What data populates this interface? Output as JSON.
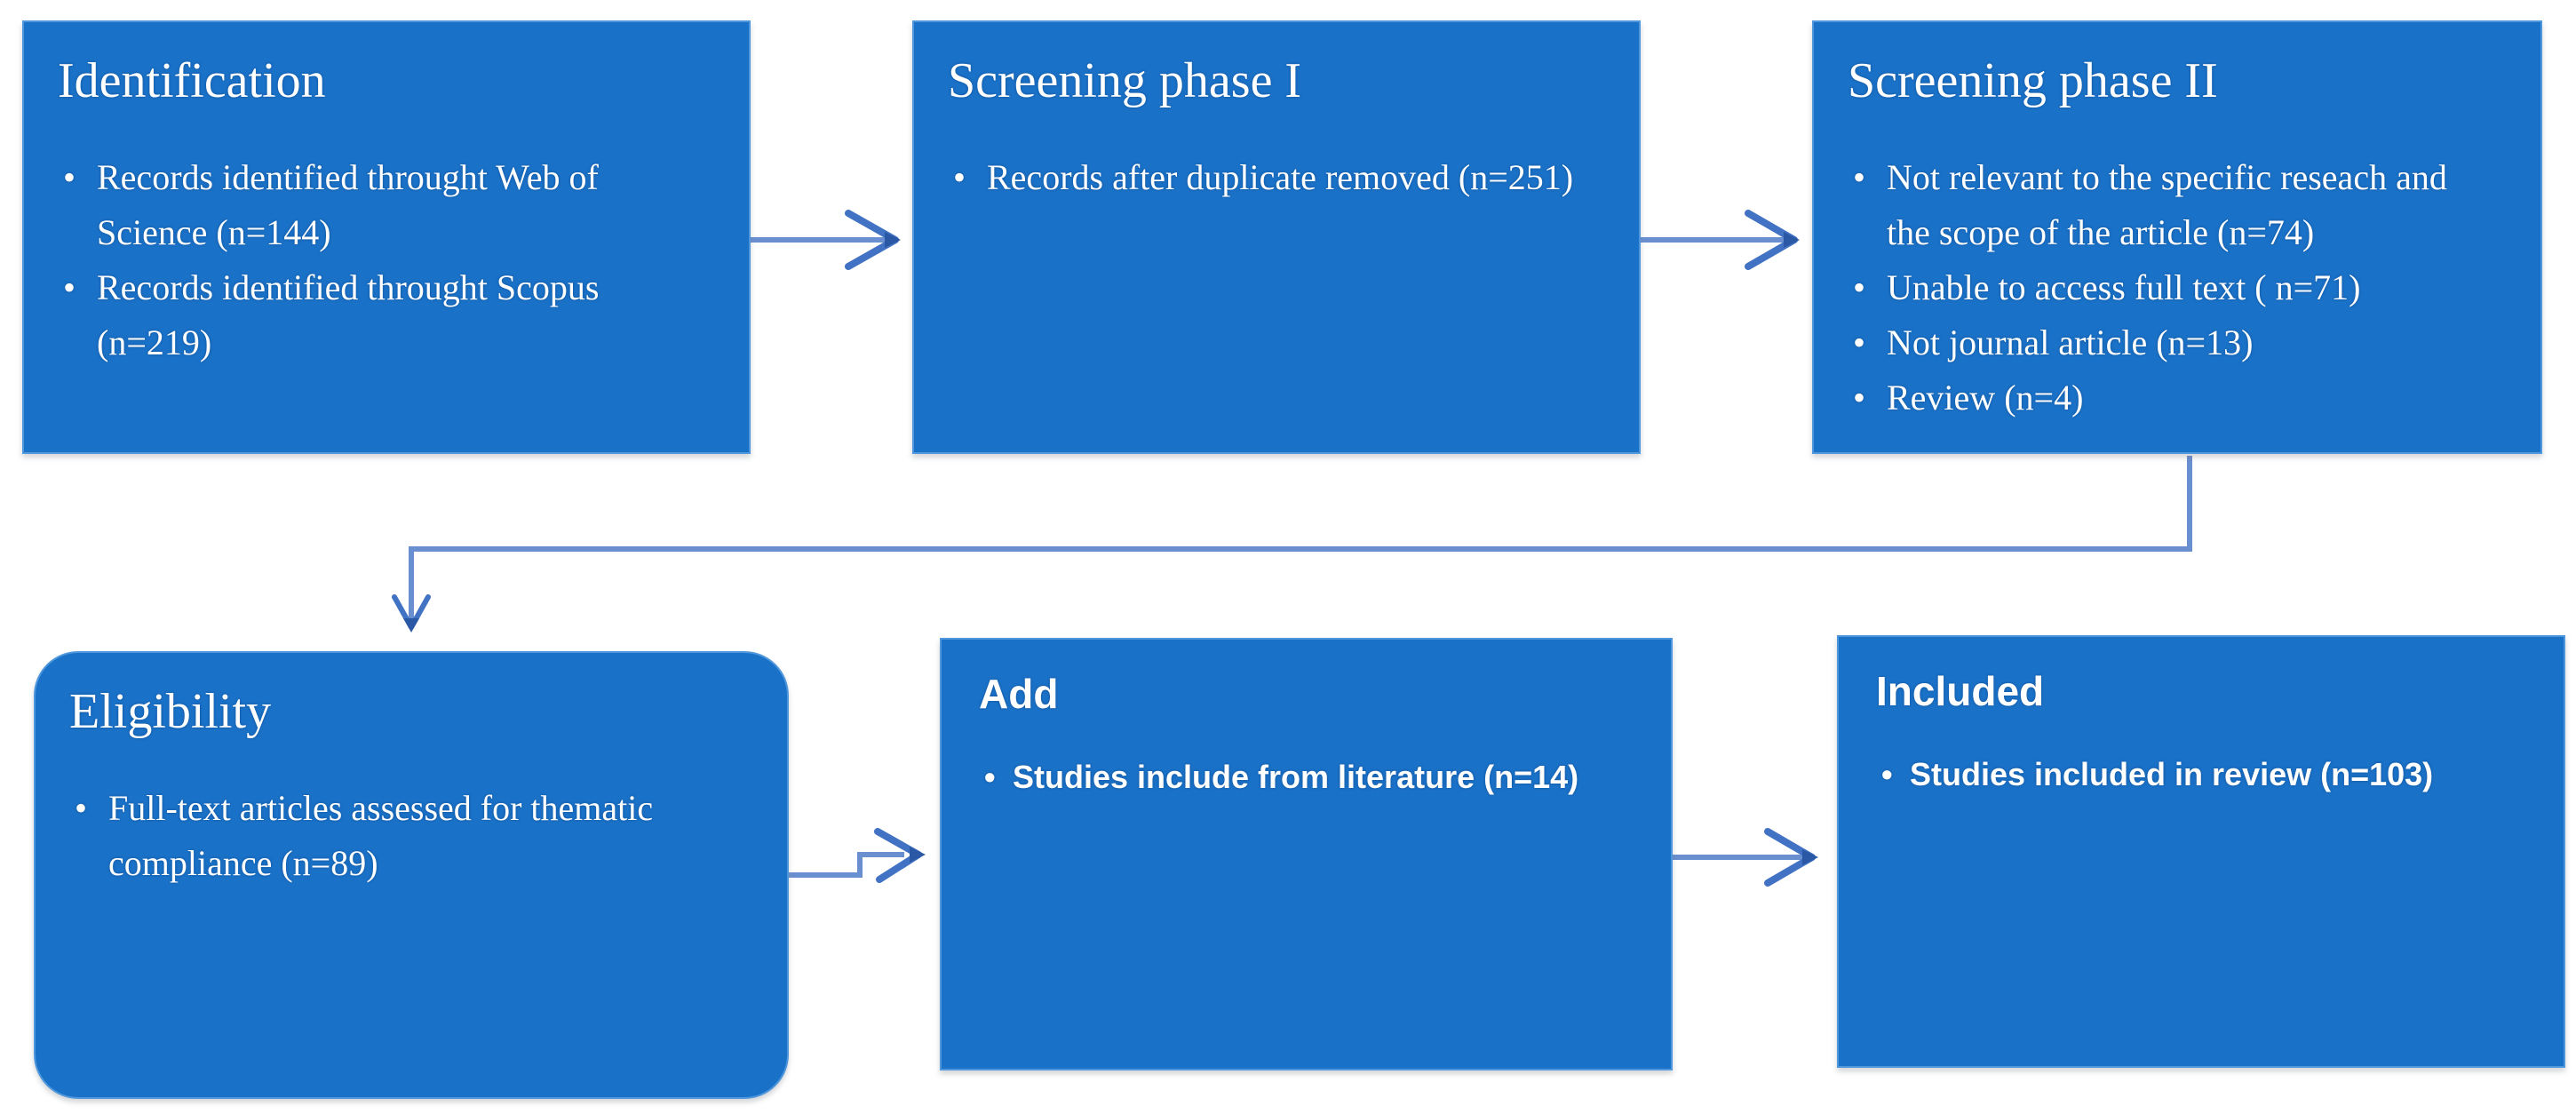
{
  "colors": {
    "box_fill": "#1a72c8",
    "box_border": "#4f97dc",
    "arrow_shaft": "#6a8fd0",
    "arrow_head": "#4272c3",
    "arrow_tip": "#2b58a5",
    "text": "#ffffff",
    "background": "#ffffff"
  },
  "boxes": [
    {
      "title": "Identification",
      "bullets": [
        "Records identified throught Web of Science (n=144)",
        "Records identified throught Scopus (n=219)"
      ]
    },
    {
      "title": "Screening phase I",
      "bullets": [
        "Records after duplicate removed (n=251)"
      ]
    },
    {
      "title": "Screening phase II",
      "bullets": [
        "Not relevant to the specific reseach and the scope of the article (n=74)",
        "Unable to access full text ( n=71)",
        "Not journal article (n=13)",
        "Review (n=4)"
      ]
    },
    {
      "title": "Eligibility",
      "bullets": [
        "Full-text articles assessed for thematic compliance (n=89)"
      ]
    },
    {
      "title": "Add",
      "bullets": [
        "Studies include from literature (n=14)"
      ]
    },
    {
      "title": "Included",
      "bullets": [
        "Studies included in review (n=103)"
      ]
    }
  ]
}
